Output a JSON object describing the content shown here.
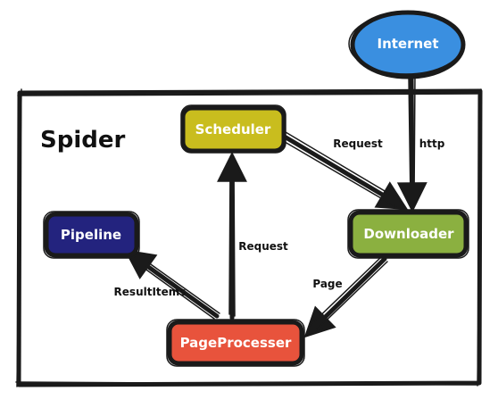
{
  "container": {
    "title": "Spider"
  },
  "nodes": {
    "internet": {
      "label": "Internet",
      "color": "#3a8fe0"
    },
    "scheduler": {
      "label": "Scheduler",
      "color": "#c9bd1e"
    },
    "downloader": {
      "label": "Downloader",
      "color": "#8bb040"
    },
    "pipeline": {
      "label": "Pipeline",
      "color": "#23237e"
    },
    "pageprocesser": {
      "label": "PageProcesser",
      "color": "#e8533c"
    }
  },
  "edges": {
    "internet_downloader": "http",
    "scheduler_downloader": "Request",
    "downloader_pageprocesser": "Page",
    "pageprocesser_scheduler": "Request",
    "pageprocesser_pipeline": "ResultItems"
  }
}
